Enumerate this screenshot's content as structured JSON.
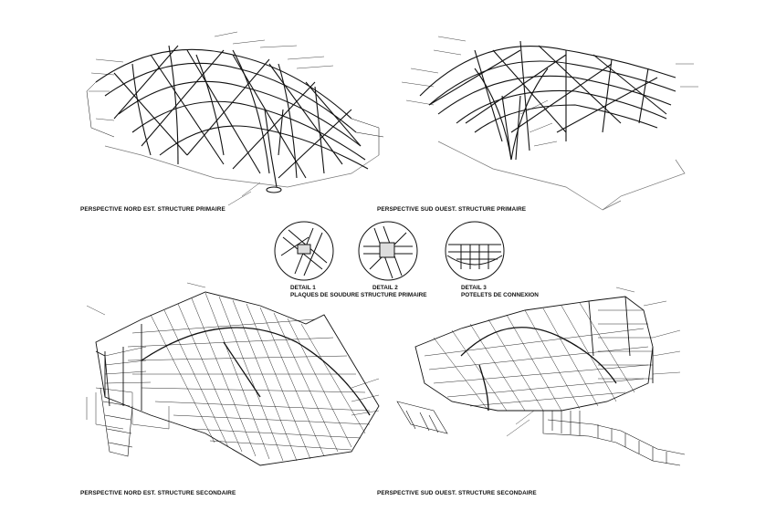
{
  "drawing": {
    "views": [
      {
        "id": "ne_primary",
        "caption": "PERSPECTIVE NORD EST. STRUCTURE PRIMAIRE"
      },
      {
        "id": "sw_primary",
        "caption": "PERSPECTIVE SUD OUEST. STRUCTURE PRIMAIRE"
      },
      {
        "id": "ne_secondary",
        "caption": "PERSPECTIVE NORD EST. STRUCTURE SECONDAIRE"
      },
      {
        "id": "sw_secondary",
        "caption": "PERSPECTIVE SUD OUEST. STRUCTURE SECONDAIRE"
      }
    ],
    "details": [
      {
        "title": "DETAIL 1",
        "subtitle": "PLAQUES DE SOUDURE STRUCTURE PRIMAIRE"
      },
      {
        "title": "DETAIL 2",
        "subtitle": ""
      },
      {
        "title": "DETAIL 3",
        "subtitle": "POTELETS DE CONNEXION"
      }
    ],
    "colors": {
      "ink": "#111111",
      "paper": "#ffffff",
      "outline": "#555555"
    }
  }
}
